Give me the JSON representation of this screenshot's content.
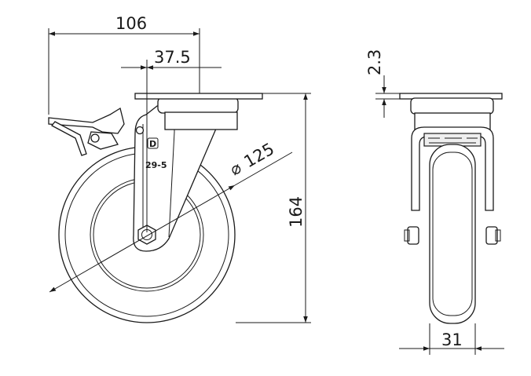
{
  "dimensions": {
    "width_overall": "106",
    "offset": "37.5",
    "wheel_diameter_symbol": "⌀",
    "wheel_diameter": "125",
    "overall_height": "164",
    "plate_thickness": "2.3",
    "wheel_width": "31"
  },
  "markings": {
    "logo_letter": "D",
    "model_code": "29-5"
  }
}
